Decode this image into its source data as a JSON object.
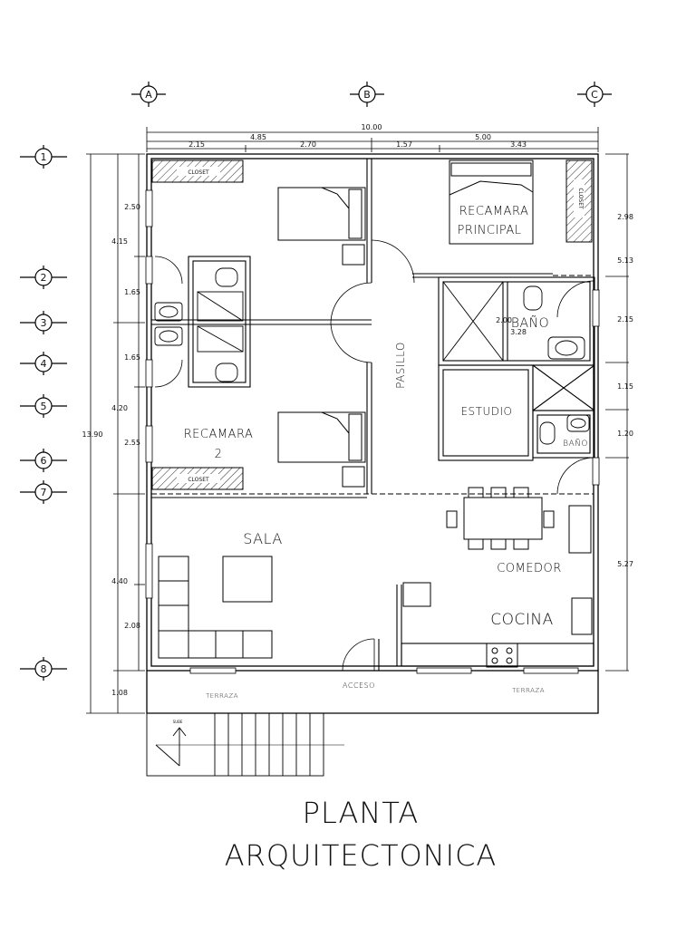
{
  "grid_axes": {
    "columns": [
      "A",
      "B",
      "C"
    ],
    "rows": [
      "1",
      "2",
      "3",
      "4",
      "5",
      "6",
      "7",
      "8"
    ]
  },
  "dimensions": {
    "top_total": "10.00",
    "top_mid_left": "4.85",
    "top_mid_right": "5.00",
    "top_a": "2.15",
    "top_b": "2.70",
    "top_c": "1.57",
    "top_d": "3.43",
    "left_total": "13.90",
    "left_outer": [
      "4.15",
      "4.20",
      "4.40",
      "1.08"
    ],
    "left_inner": [
      "2.50",
      "1.65",
      "1.65",
      "2.55",
      "2.08"
    ],
    "right": [
      "2.98",
      "5.13",
      "2.15",
      "1.15",
      "1.20",
      "5.27"
    ],
    "inner_w": "2.00",
    "inner_h": "3.28"
  },
  "rooms": {
    "closet_top": "CLOSET",
    "closet_bottom": "CLOSET",
    "closet_master": "CLOSET",
    "master_line1": "RECAMARA",
    "master_line2": "PRINCIPAL",
    "bano_master": "BAÑO",
    "pasillo": "PASILLO",
    "estudio": "ESTUDIO",
    "bano_small": "BAÑO",
    "rec2_line1": "RECAMARA",
    "rec2_line2": "2",
    "sala": "SALA",
    "comedor": "COMEDOR",
    "cocina": "COCINA",
    "acceso": "ACCESO",
    "terraza_left": "TERRAZA",
    "terraza_right": "TERRAZA",
    "sube": "SUBE"
  },
  "title": {
    "line1": "PLANTA",
    "line2": "ARQUITECTONICA"
  }
}
